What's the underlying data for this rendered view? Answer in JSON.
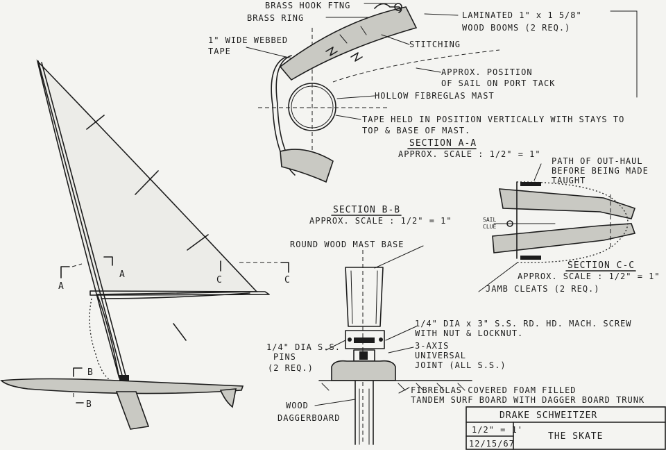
{
  "labels": {
    "brass_hook": "BRASS HOOK FTNG",
    "brass_ring": "BRASS RING",
    "laminated_1": "LAMINATED  1\" x 1 5/8\"",
    "laminated_2": "WOOD BOOMS  (2 REQ.)",
    "webbed_1": "1\" WIDE WEBBED",
    "webbed_2": "TAPE",
    "stitching": "STITCHING",
    "sail_pos_1": "APPROX. POSITION",
    "sail_pos_2": "OF SAIL ON PORT TACK",
    "hollow_mast": "HOLLOW FIBREGLAS MAST",
    "tape_1": "TAPE HELD IN POSITION VERTICALLY WITH STAYS TO",
    "tape_2": "TOP & BASE OF MAST.",
    "section_aa": "SECTION A-A",
    "section_aa_scale": "APPROX. SCALE : 1/2\" = 1\"",
    "outhaul_1": "PATH OF OUT-HAUL",
    "outhaul_2": "BEFORE BEING MADE",
    "outhaul_3": "TAUGHT",
    "sail_clue_1": "SAIL",
    "sail_clue_2": "CLUE",
    "section_bb": "SECTION B-B",
    "section_bb_scale": "APPROX. SCALE : 1/2\" = 1\"",
    "mast_base": "ROUND WOOD MAST BASE",
    "section_cc": "SECTION C-C",
    "section_cc_scale": "APPROX. SCALE : 1/2\" = 1\"",
    "jamb_cleats": "JAMB CLEATS (2 REQ.)",
    "screw_1": "1/4\" DIA x 3\" S.S. RD. HD. MACH. SCREW",
    "screw_2": "WITH NUT & LOCKNUT.",
    "pins_1": "1/4\" DIA S.S.",
    "pins_2": "PINS",
    "pins_3": "(2 REQ.)",
    "joint_1": "3-AXIS",
    "joint_2": "UNIVERSAL",
    "joint_3": "JOINT  (ALL S.S.)",
    "board_1": "FIBREGLAS COVERED FOAM FILLED",
    "board_2": "TANDEM SURF BOARD WITH DAGGER BOARD TRUNK",
    "wood_1": "WOOD",
    "wood_2": "DAGGERBOARD",
    "a_left": "A",
    "a_right": "A",
    "c_left": "C",
    "c_right": "C",
    "b_top": "B",
    "b_bottom": "B"
  },
  "title_block": {
    "author": "DRAKE SCHWEITZER",
    "scale": "1/2\" = 1'",
    "title": "THE SKATE",
    "date": "12/15/67"
  }
}
